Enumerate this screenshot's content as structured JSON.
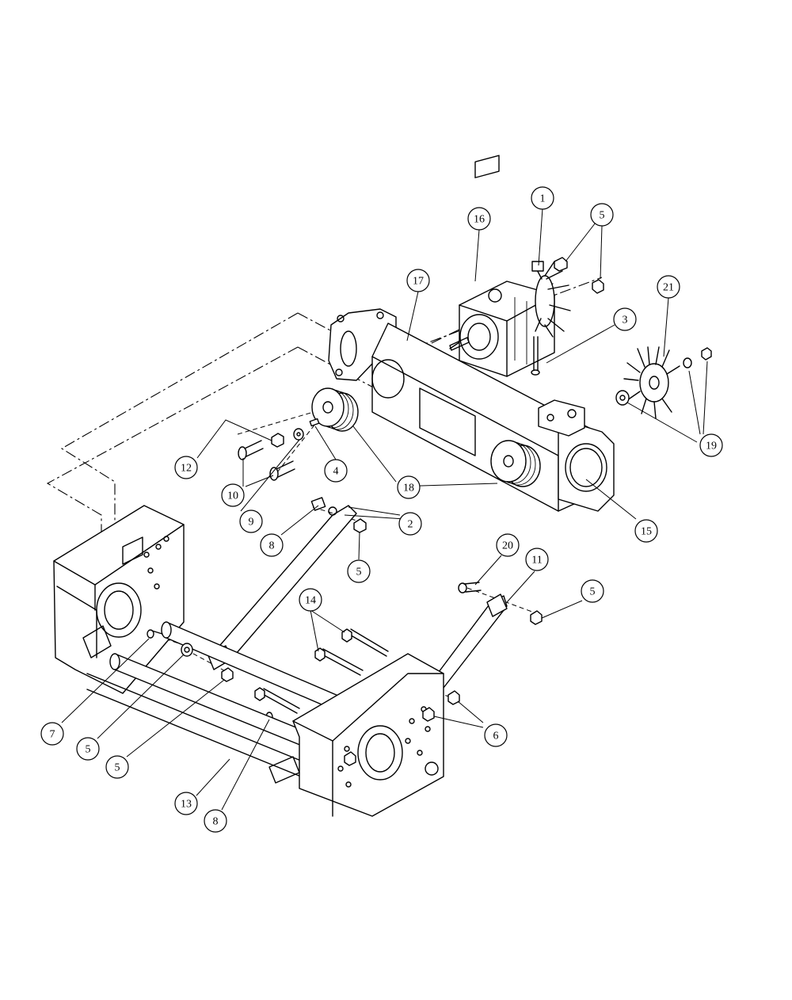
{
  "callouts": [
    {
      "label": "1"
    },
    {
      "label": "16"
    },
    {
      "label": "5"
    },
    {
      "label": "17"
    },
    {
      "label": "21"
    },
    {
      "label": "3"
    },
    {
      "label": "19"
    },
    {
      "label": "12"
    },
    {
      "label": "4"
    },
    {
      "label": "10"
    },
    {
      "label": "18"
    },
    {
      "label": "9"
    },
    {
      "label": "2"
    },
    {
      "label": "15"
    },
    {
      "label": "8"
    },
    {
      "label": "5"
    },
    {
      "label": "20"
    },
    {
      "label": "11"
    },
    {
      "label": "5"
    },
    {
      "label": "14"
    },
    {
      "label": "6"
    },
    {
      "label": "7"
    },
    {
      "label": "5"
    },
    {
      "label": "5"
    },
    {
      "label": "13"
    },
    {
      "label": "8"
    }
  ]
}
